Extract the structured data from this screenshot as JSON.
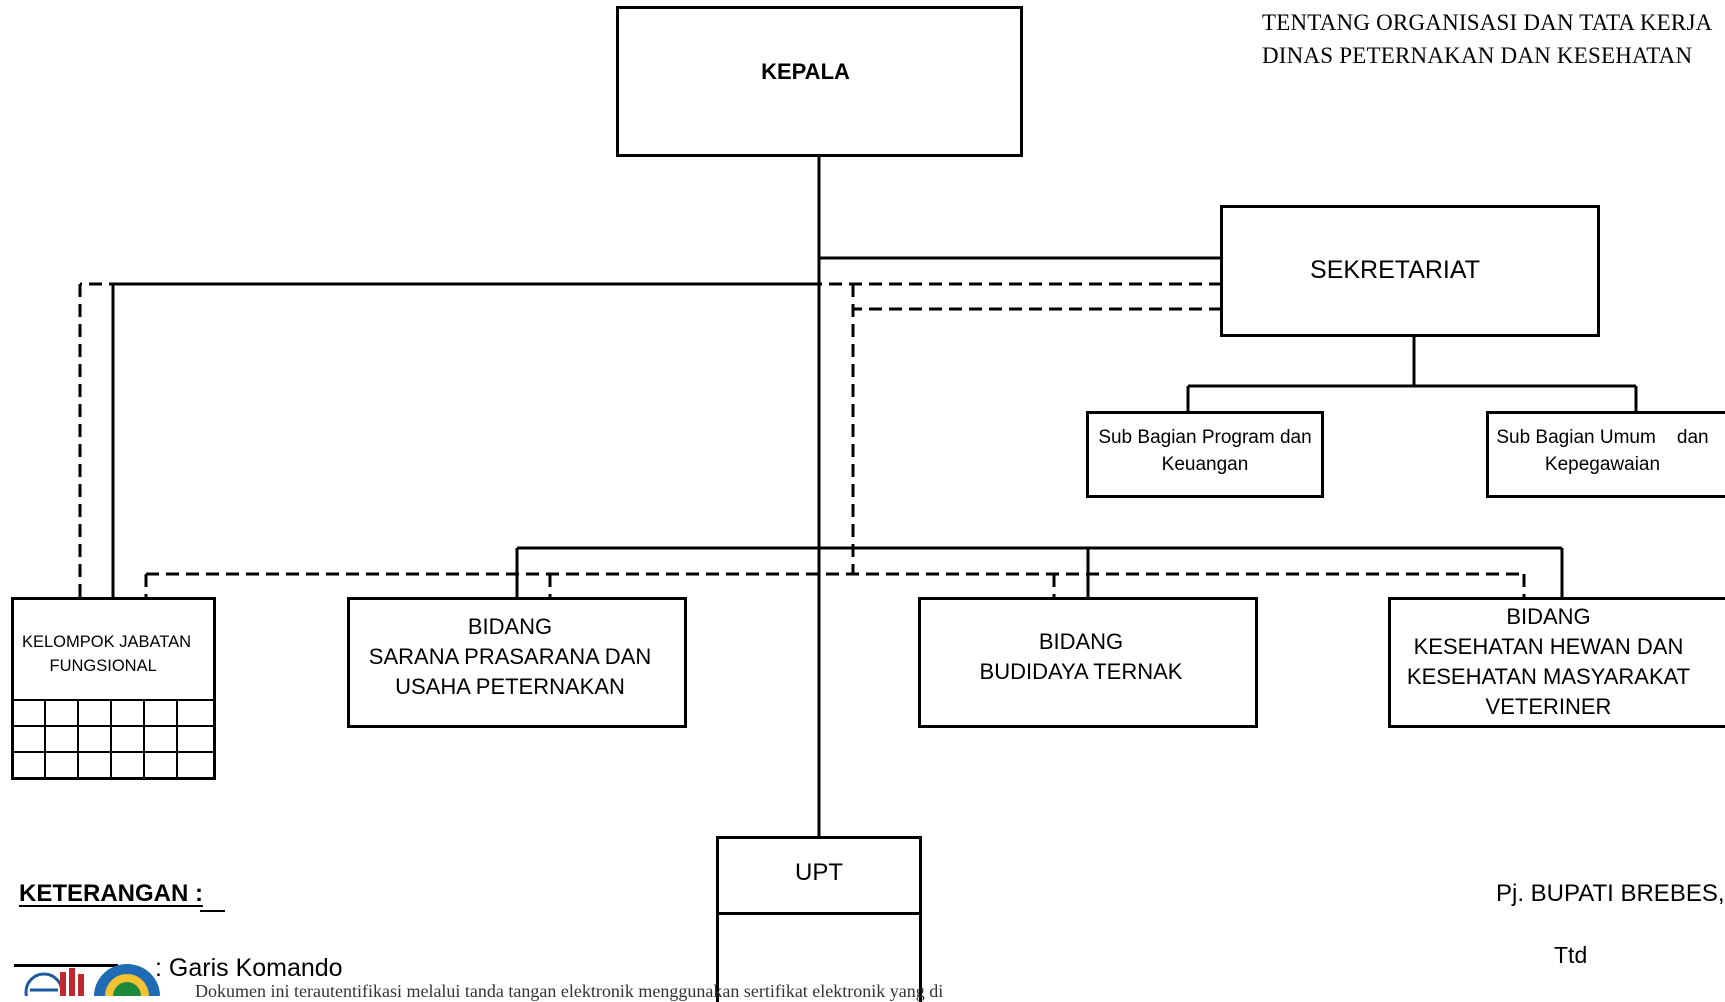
{
  "header": {
    "line1": "TENTANG ORGANISASI DAN TATA KERJA",
    "line2": "DINAS PETERNAKAN DAN KESEHATAN"
  },
  "nodes": {
    "kepala": "KEPALA",
    "sekretariat": "SEKRETARIAT",
    "subbag_program": "Sub Bagian Program dan\nKeuangan",
    "subbag_umum": "Sub Bagian Umum    dan\nKepegawaian",
    "kelompok": "KELOMPOK JABATAN\n      FUNGSIONAL",
    "bidang_sarana": "BIDANG\nSARANA PRASARANA DAN\nUSAHA PETERNAKAN",
    "bidang_budidaya": "BIDANG\nBUDIDAYA TERNAK",
    "bidang_keswan": "BIDANG\nKESEHATAN HEWAN DAN\nKESEHATAN MASYARAKAT\nVETERINER",
    "upt": "UPT"
  },
  "legend": {
    "title": "KETERANGAN :",
    "garis_komando": ": Garis Komando"
  },
  "signature": {
    "title": "Pj. BUPATI BREBES,",
    "ttd": "Ttd"
  },
  "footer": {
    "note": "Dokumen ini terautentifikasi melalui tanda  tangan elektronik menggunakan sertifikat elektronik yang di"
  },
  "colors": {
    "line": "#000000",
    "background": "#ffffff"
  }
}
